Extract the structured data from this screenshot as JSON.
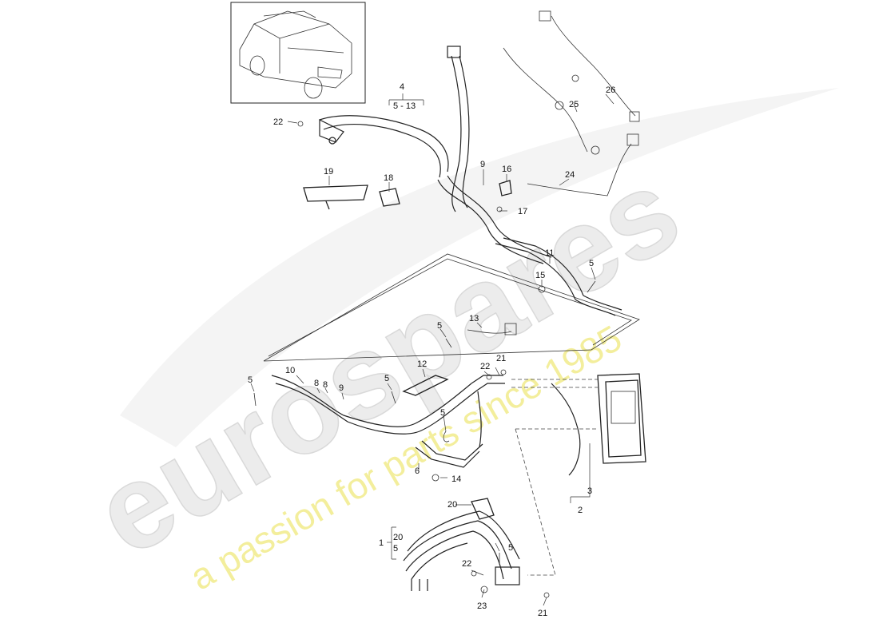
{
  "watermark": {
    "brand": "eurospares",
    "tagline": "a passion for parts since 1985"
  },
  "thumbnail": {
    "icon": "car-suv-icon"
  },
  "colors": {
    "line": "#222222",
    "watermark_grey": "#ececec",
    "watermark_yellow": "#f3ee9c"
  },
  "labels": {
    "p1": "1",
    "p2": "2",
    "p3": "3",
    "p4": "4",
    "p4sub": "5 - 13",
    "p5a": "5",
    "p5b": "5",
    "p5c": "5",
    "p5d": "5",
    "p5e": "5",
    "p5f": "5",
    "p5g": "5",
    "p5h": "5",
    "p6": "6",
    "p8a": "8",
    "p8b": "8",
    "p9a": "9",
    "p9b": "9",
    "p10": "10",
    "p11": "11",
    "p12": "12",
    "p13": "13",
    "p14": "14",
    "p15": "15",
    "p16": "16",
    "p17": "17",
    "p18": "18",
    "p19": "19",
    "p20a": "20",
    "p20b": "20",
    "p21a": "21",
    "p21b": "21",
    "p22a": "22",
    "p22b": "22",
    "p22c": "22",
    "p23": "23",
    "p24": "24",
    "p25": "25",
    "p26": "26"
  }
}
